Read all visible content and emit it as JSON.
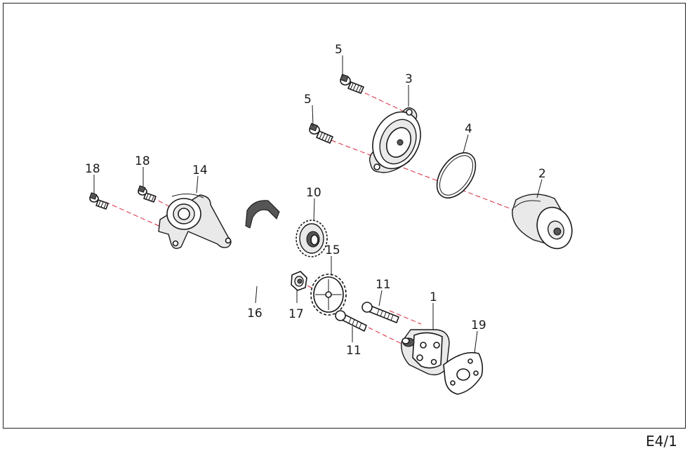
{
  "page_ref": "E4/1",
  "callouts": {
    "c5a": "5",
    "c3": "3",
    "c5b": "5",
    "c4": "4",
    "c2": "2",
    "c18a": "18",
    "c18b": "18",
    "c14": "14",
    "c10": "10",
    "c15": "15",
    "c16": "16",
    "c17": "17",
    "c11a": "11",
    "c11b": "11",
    "c1": "1",
    "c19": "19"
  },
  "colors": {
    "axis_line": "#d9263a",
    "outline": "#1a1a1a"
  }
}
